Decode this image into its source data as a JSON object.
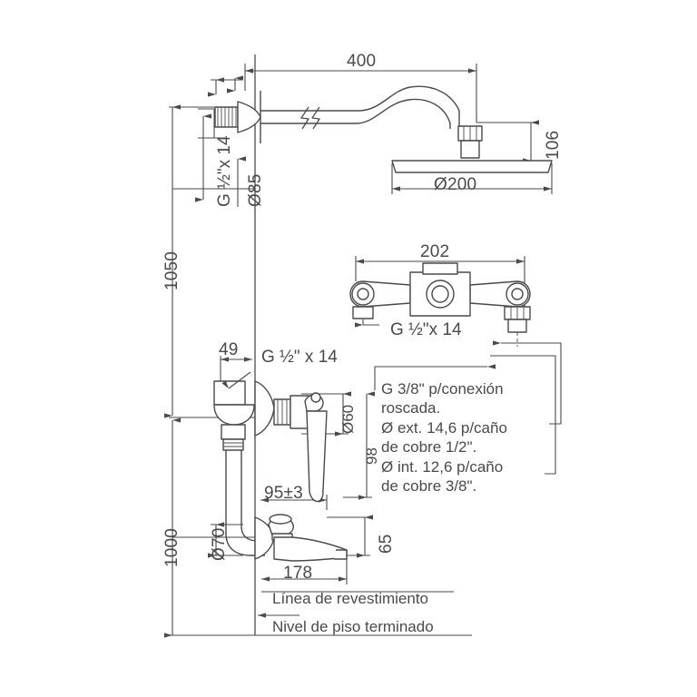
{
  "document": {
    "type": "technical-drawing",
    "subject": "Wall-mounted shower column with tub spout",
    "language": "es",
    "background_color": "#ffffff",
    "line_color": "#4a4a4a"
  },
  "dimensions": {
    "arm_length": "400",
    "head_height": "106",
    "head_diameter": "Ø200",
    "flange_diameter": "Ø85",
    "valve_width": "202",
    "height_upper": "1050",
    "height_lower": "1000",
    "offset_49": "49",
    "handle_diameter": "Ø60",
    "handle_height": "98",
    "spout_center": "95±3",
    "pipe_diameter": "Ø70",
    "spout_height": "65",
    "spout_projection": "178"
  },
  "threads": {
    "top_inlet": "G ½\"x 14",
    "mixer_inlet": "G ½\" x 14",
    "valve_inlet": "G ½\"x 14"
  },
  "notes": {
    "line1": "G 3/8\" p/conexión",
    "line2": "roscada.",
    "line3": "Ø ext. 14,6 p/caño",
    "line4": "de cobre 1/2\".",
    "line5": "Ø int. 12,6 p/caño",
    "line6": "de cobre 3/8\"."
  },
  "reference_lines": {
    "cladding": "Línea de revestimiento",
    "floor": "Nivel de piso terminado"
  }
}
